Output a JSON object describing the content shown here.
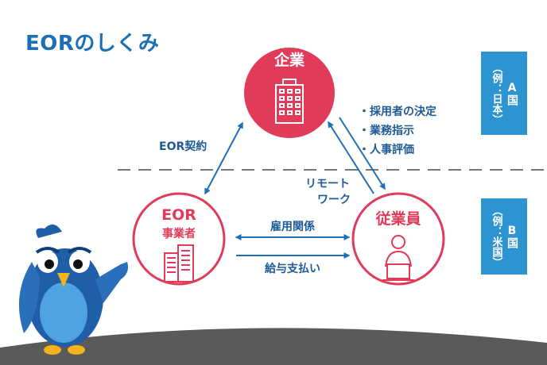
{
  "title": "EORのしくみ",
  "company": {
    "label": "企業",
    "icon": "office-building-icon"
  },
  "eor_provider": {
    "label_line1": "EOR",
    "label_line2": "事業者",
    "icon": "office-building-icon"
  },
  "employee": {
    "label": "従業員",
    "icon": "person-at-laptop-icon"
  },
  "relations": {
    "eor_contract": "EOR契約",
    "employment": "雇用関係",
    "salary": "給与支払い",
    "remote_line1": "リモート",
    "remote_line2": "ワーク",
    "company_duties": [
      "・採用者の決定",
      "・業務指示",
      "・人事評価"
    ]
  },
  "countries": {
    "a": {
      "main": "A国",
      "example": "（例：日本）"
    },
    "b": {
      "main": "B国",
      "example": "（例：米国）"
    }
  },
  "colors": {
    "brand_red": "#e03c5a",
    "arrow_blue": "#1e6fb8",
    "box_blue": "#2d94d2",
    "title_blue": "#1b6fb5",
    "divider_gray": "#777777",
    "ground_gray": "#5a5a5a",
    "mascot": "blue-bird-mascot"
  }
}
